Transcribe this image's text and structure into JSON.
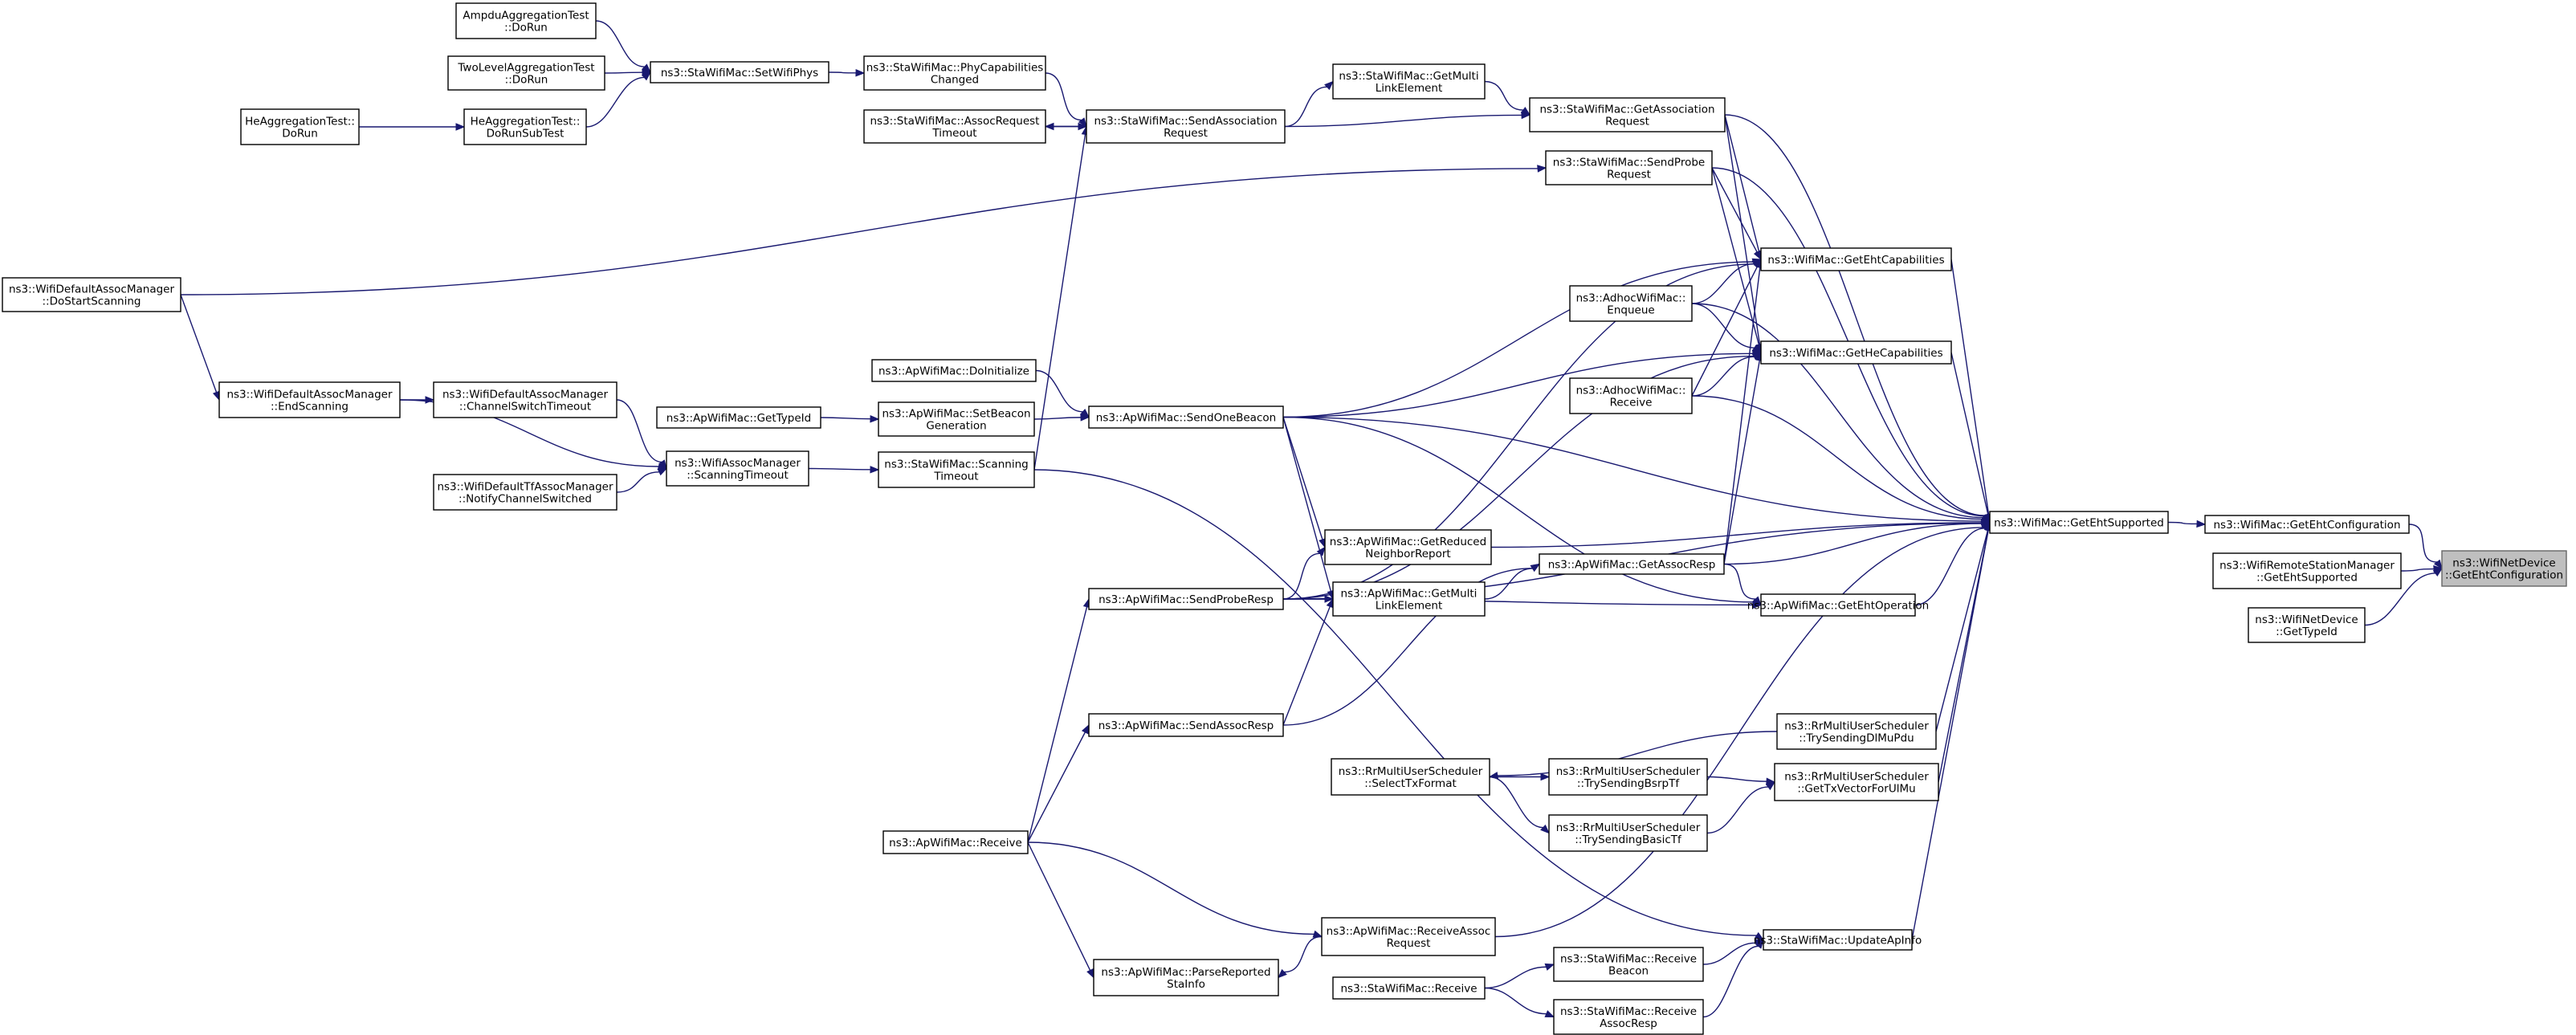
{
  "graph": {
    "nodes": [
      {
        "id": "root",
        "lines": [
          "ns3::WifiNetDevice",
          "::GetEhtConfiguration"
        ],
        "root": true
      },
      {
        "id": "gec",
        "lines": [
          "ns3::WifiMac::GetEhtConfiguration"
        ]
      },
      {
        "id": "rsm",
        "lines": [
          "ns3::WifiRemoteStationManager",
          "::GetEhtSupported"
        ]
      },
      {
        "id": "gtid",
        "lines": [
          "ns3::WifiNetDevice",
          "::GetTypeId"
        ]
      },
      {
        "id": "ges",
        "lines": [
          "ns3::WifiMac::GetEhtSupported"
        ]
      },
      {
        "id": "ehtcap",
        "lines": [
          "ns3::WifiMac::GetEhtCapabilities"
        ]
      },
      {
        "id": "hecap",
        "lines": [
          "ns3::WifiMac::GetHeCapabilities"
        ]
      },
      {
        "id": "ehtop",
        "lines": [
          "ns3::ApWifiMac::GetEhtOperation"
        ]
      },
      {
        "id": "trydl",
        "lines": [
          "ns3::RrMultiUserScheduler",
          "::TrySendingDlMuPdu"
        ]
      },
      {
        "id": "gtxul",
        "lines": [
          "ns3::RrMultiUserScheduler",
          "::GetTxVectorForUlMu"
        ]
      },
      {
        "id": "upd",
        "lines": [
          "ns3::StaWifiMac::UpdateApInfo"
        ]
      },
      {
        "id": "gar",
        "lines": [
          "ns3::StaWifiMac::GetAssociation",
          "Request"
        ]
      },
      {
        "id": "spr",
        "lines": [
          "ns3::StaWifiMac::SendProbe",
          "Request"
        ]
      },
      {
        "id": "adenq",
        "lines": [
          "ns3::AdhocWifiMac::",
          "Enqueue"
        ]
      },
      {
        "id": "adrec",
        "lines": [
          "ns3::AdhocWifiMac::",
          "Receive"
        ]
      },
      {
        "id": "gasr",
        "lines": [
          "ns3::ApWifiMac::GetAssocResp"
        ]
      },
      {
        "id": "grnr",
        "lines": [
          "ns3::ApWifiMac::GetReduced",
          "NeighborReport"
        ]
      },
      {
        "id": "gmle",
        "lines": [
          "ns3::ApWifiMac::GetMulti",
          "LinkElement"
        ]
      },
      {
        "id": "sob",
        "lines": [
          "ns3::ApWifiMac::SendOneBeacon"
        ]
      },
      {
        "id": "sprr",
        "lines": [
          "ns3::ApWifiMac::SendProbeResp"
        ]
      },
      {
        "id": "sasr",
        "lines": [
          "ns3::ApWifiMac::SendAssocResp"
        ]
      },
      {
        "id": "rar",
        "lines": [
          "ns3::ApWifiMac::ReceiveAssoc",
          "Request"
        ]
      },
      {
        "id": "prsi",
        "lines": [
          "ns3::ApWifiMac::ParseReported",
          "StaInfo"
        ]
      },
      {
        "id": "aprec",
        "lines": [
          "ns3::ApWifiMac::Receive"
        ]
      },
      {
        "id": "staml",
        "lines": [
          "ns3::StaWifiMac::GetMulti",
          "LinkElement"
        ]
      },
      {
        "id": "sar",
        "lines": [
          "ns3::StaWifiMac::SendAssociation",
          "Request"
        ]
      },
      {
        "id": "pcc",
        "lines": [
          "ns3::StaWifiMac::PhyCapabilities",
          "Changed"
        ]
      },
      {
        "id": "art",
        "lines": [
          "ns3::StaWifiMac::AssocRequest",
          "Timeout"
        ]
      },
      {
        "id": "sst",
        "lines": [
          "ns3::StaWifiMac::Scanning",
          "Timeout"
        ]
      },
      {
        "id": "swp",
        "lines": [
          "ns3::StaWifiMac::SetWifiPhys"
        ]
      },
      {
        "id": "adr",
        "lines": [
          "AmpduAggregationTest",
          "::DoRun"
        ]
      },
      {
        "id": "tldr",
        "lines": [
          "TwoLevelAggregationTest",
          "::DoRun"
        ]
      },
      {
        "id": "hedr",
        "lines": [
          "HeAggregationTest::",
          "DoRun"
        ]
      },
      {
        "id": "hedrs",
        "lines": [
          "HeAggregationTest::",
          "DoRunSubTest"
        ]
      },
      {
        "id": "wamst",
        "lines": [
          "ns3::WifiAssocManager",
          "::ScanningTimeout"
        ]
      },
      {
        "id": "dcst",
        "lines": [
          "ns3::WifiDefaultAssocManager",
          "::ChannelSwitchTimeout"
        ]
      },
      {
        "id": "dncs",
        "lines": [
          "ns3::WifiDefaultTfAssocManager",
          "::NotifyChannelSwitched"
        ]
      },
      {
        "id": "des",
        "lines": [
          "ns3::WifiDefaultAssocManager",
          "::EndScanning"
        ]
      },
      {
        "id": "dds",
        "lines": [
          "ns3::WifiDefaultAssocManager",
          "::DoStartScanning"
        ]
      },
      {
        "id": "apdi",
        "lines": [
          "ns3::ApWifiMac::DoInitialize"
        ]
      },
      {
        "id": "sbg",
        "lines": [
          "ns3::ApWifiMac::SetBeacon",
          "Generation"
        ]
      },
      {
        "id": "aptid",
        "lines": [
          "ns3::ApWifiMac::GetTypeId"
        ]
      },
      {
        "id": "tbsrp",
        "lines": [
          "ns3::RrMultiUserScheduler",
          "::TrySendingBsrpTf"
        ]
      },
      {
        "id": "tbasic",
        "lines": [
          "ns3::RrMultiUserScheduler",
          "::TrySendingBasicTf"
        ]
      },
      {
        "id": "stf",
        "lines": [
          "ns3::RrMultiUserScheduler",
          "::SelectTxFormat"
        ]
      },
      {
        "id": "rbeac",
        "lines": [
          "ns3::StaWifiMac::Receive",
          "Beacon"
        ]
      },
      {
        "id": "rassoc",
        "lines": [
          "ns3::StaWifiMac::Receive",
          "AssocResp"
        ]
      },
      {
        "id": "starec",
        "lines": [
          "ns3::StaWifiMac::Receive"
        ]
      }
    ],
    "edges": [
      [
        "gec",
        "root"
      ],
      [
        "rsm",
        "root"
      ],
      [
        "gtid",
        "root"
      ],
      [
        "ges",
        "gec"
      ],
      [
        "gar",
        "ges"
      ],
      [
        "spr",
        "ges"
      ],
      [
        "ehtcap",
        "ges"
      ],
      [
        "adenq",
        "ges"
      ],
      [
        "hecap",
        "ges"
      ],
      [
        "adrec",
        "ges"
      ],
      [
        "sob",
        "ges"
      ],
      [
        "grnr",
        "ges"
      ],
      [
        "gasr",
        "ges"
      ],
      [
        "ehtop",
        "ges"
      ],
      [
        "sprr",
        "ges"
      ],
      [
        "trydl",
        "ges"
      ],
      [
        "gtxul",
        "ges"
      ],
      [
        "rar",
        "ges"
      ],
      [
        "upd",
        "ges"
      ],
      [
        "gar",
        "ehtcap"
      ],
      [
        "gar",
        "hecap"
      ],
      [
        "spr",
        "ehtcap"
      ],
      [
        "spr",
        "hecap"
      ],
      [
        "adenq",
        "ehtcap"
      ],
      [
        "adenq",
        "hecap"
      ],
      [
        "adrec",
        "ehtcap"
      ],
      [
        "adrec",
        "hecap"
      ],
      [
        "sob",
        "ehtcap"
      ],
      [
        "sob",
        "hecap"
      ],
      [
        "sprr",
        "ehtcap"
      ],
      [
        "sprr",
        "hecap"
      ],
      [
        "gasr",
        "ehtcap"
      ],
      [
        "gasr",
        "hecap"
      ],
      [
        "gasr",
        "ehtop"
      ],
      [
        "sob",
        "ehtop"
      ],
      [
        "sprr",
        "ehtop"
      ],
      [
        "trydl",
        "stf"
      ],
      [
        "tbsrp",
        "gtxul"
      ],
      [
        "tbasic",
        "gtxul"
      ],
      [
        "stf",
        "tbsrp"
      ],
      [
        "stf",
        "tbasic"
      ],
      [
        "rbeac",
        "upd"
      ],
      [
        "rassoc",
        "upd"
      ],
      [
        "starec",
        "rbeac"
      ],
      [
        "starec",
        "rassoc"
      ],
      [
        "sst",
        "upd"
      ],
      [
        "rar",
        "prsi"
      ],
      [
        "aprec",
        "rar"
      ],
      [
        "aprec",
        "prsi"
      ],
      [
        "aprec",
        "sprr"
      ],
      [
        "aprec",
        "sasr"
      ],
      [
        "sasr",
        "gmle"
      ],
      [
        "sasr",
        "gasr"
      ],
      [
        "sprr",
        "gmle"
      ],
      [
        "sprr",
        "grnr"
      ],
      [
        "sob",
        "gmle"
      ],
      [
        "sob",
        "grnr"
      ],
      [
        "gmle",
        "gasr"
      ],
      [
        "sbg",
        "sob"
      ],
      [
        "apdi",
        "sob"
      ],
      [
        "aptid",
        "sbg"
      ],
      [
        "sar",
        "gar"
      ],
      [
        "sar",
        "staml"
      ],
      [
        "staml",
        "gar"
      ],
      [
        "sar",
        "art"
      ],
      [
        "art",
        "sar"
      ],
      [
        "pcc",
        "sar"
      ],
      [
        "sst",
        "sar"
      ],
      [
        "swp",
        "pcc"
      ],
      [
        "adr",
        "swp"
      ],
      [
        "tldr",
        "swp"
      ],
      [
        "hedrs",
        "swp"
      ],
      [
        "hedr",
        "hedrs"
      ],
      [
        "dds",
        "spr"
      ],
      [
        "dds",
        "des"
      ],
      [
        "des",
        "dcst"
      ],
      [
        "des",
        "wamst"
      ],
      [
        "dcst",
        "wamst"
      ],
      [
        "dncs",
        "wamst"
      ],
      [
        "wamst",
        "sst"
      ]
    ]
  }
}
